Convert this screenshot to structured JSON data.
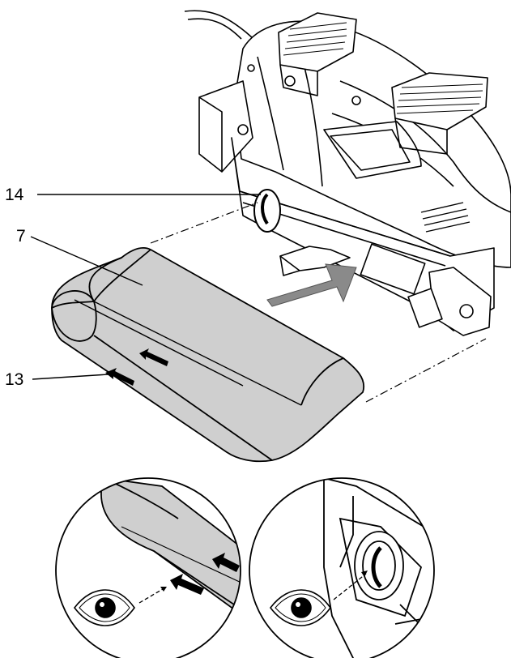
{
  "callouts": {
    "belt_direction_arrow": "13",
    "sanding_belt": "7",
    "roller_direction_mark": "14"
  },
  "colors": {
    "line": "#000000",
    "belt_fill": "#cfcfcf",
    "insert_arrow": "#8a8a8a",
    "background": "#ffffff"
  },
  "icons": [
    "eye-icon",
    "direction-arrow-icon",
    "insert-arrow-icon"
  ]
}
